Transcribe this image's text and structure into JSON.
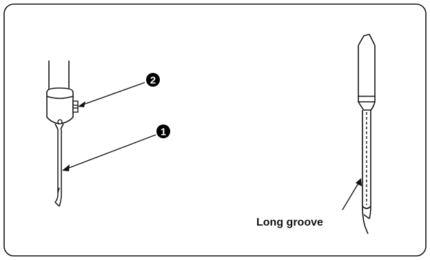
{
  "callouts": [
    {
      "number": "1",
      "target": "needle"
    },
    {
      "number": "2",
      "target": "needle-set-screw"
    }
  ],
  "labels": {
    "long_groove": "Long groove"
  },
  "colors": {
    "line": "#111111",
    "background": "#ffffff",
    "callout_fill": "#000000",
    "callout_text": "#ffffff"
  }
}
